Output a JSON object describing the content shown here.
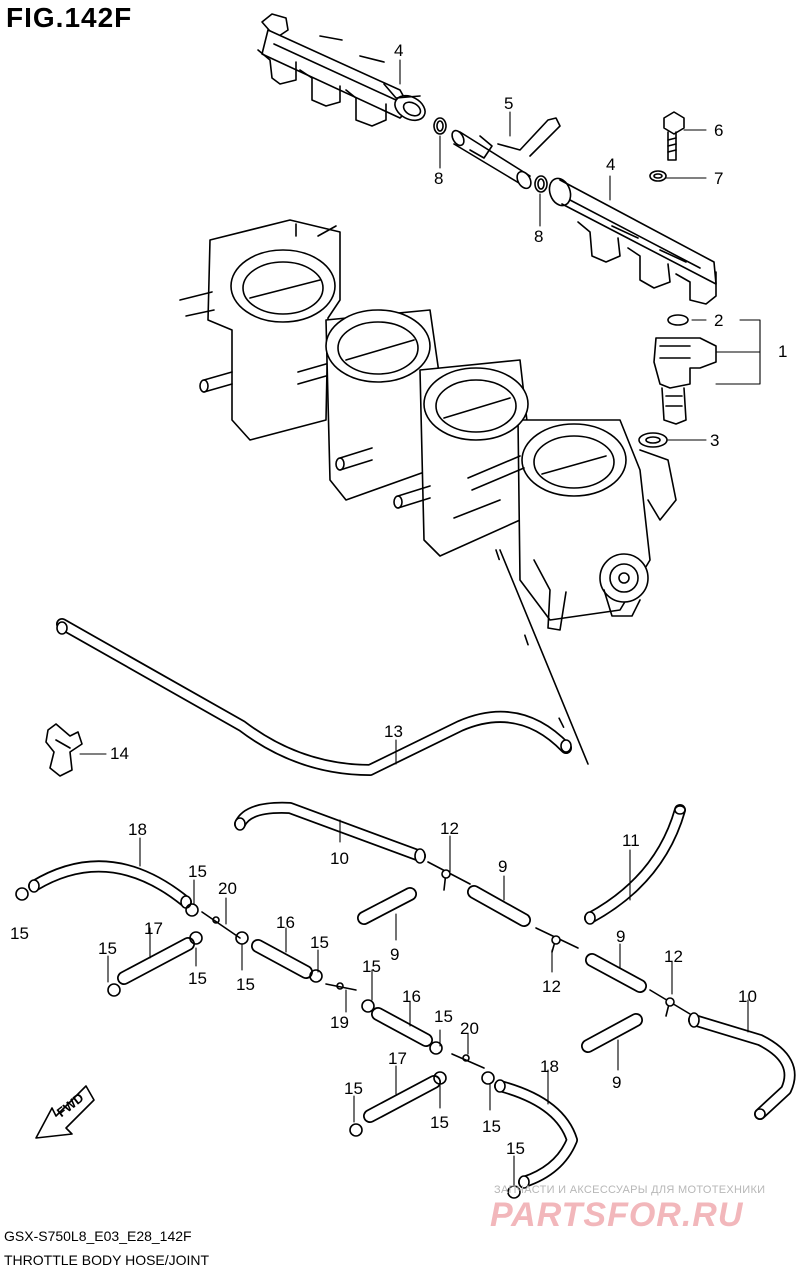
{
  "figure": {
    "title": "FIG.142F",
    "footer_code": "GSX-S750L8_E03_E28_142F",
    "footer_title": "THROTTLE BODY HOSE/JOINT",
    "fwd_label": "FWD"
  },
  "watermark": {
    "tagline": "ЗАПЧАСТИ И АКСЕССУАРЫ ДЛЯ МОТОТЕХНИКИ",
    "brand": "PARTSFOR.RU"
  },
  "callouts": [
    "4",
    "5",
    "6",
    "8",
    "7",
    "4",
    "8",
    "2",
    "1",
    "3",
    "13",
    "14",
    "18",
    "10",
    "12",
    "11",
    "9",
    "15",
    "20",
    "15",
    "16",
    "15",
    "9",
    "12",
    "9",
    "17",
    "15",
    "15",
    "15",
    "15",
    "12",
    "10",
    "19",
    "16",
    "15",
    "20",
    "9",
    "17",
    "18",
    "15",
    "15",
    "15",
    "15"
  ],
  "colors": {
    "line": "#000000",
    "background": "#ffffff",
    "watermark": "#f2b7bb"
  }
}
